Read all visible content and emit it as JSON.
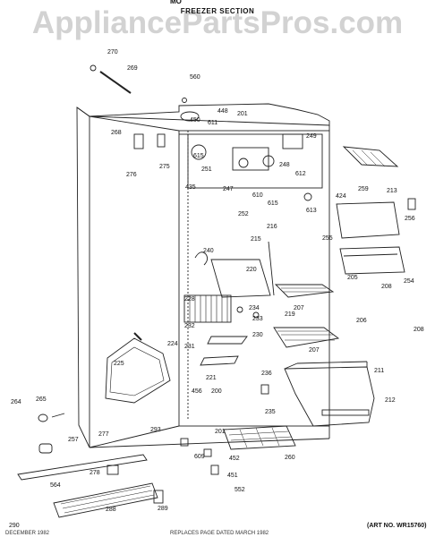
{
  "header": {
    "top_fragment": "MO",
    "watermark": "AppliancePartsPros.com",
    "section_title": "FREEZER SECTION"
  },
  "footer": {
    "art_no": "(ART NO. WR15760)",
    "left_fragment": "DECEMBER 1982",
    "center_fragment": "REPLACES PAGE DATED MARCH 1982"
  },
  "part_labels": [
    "270",
    "269",
    "560",
    "448",
    "450",
    "611",
    "201",
    "249",
    "268",
    "275",
    "276",
    "615",
    "251",
    "248",
    "612",
    "435",
    "247",
    "610",
    "615",
    "613",
    "424",
    "259",
    "213",
    "252",
    "256",
    "240",
    "216",
    "215",
    "255",
    "220",
    "228",
    "234",
    "205",
    "208",
    "254",
    "233",
    "219",
    "207",
    "232",
    "230",
    "206",
    "208",
    "224",
    "207",
    "225",
    "211",
    "221",
    "231",
    "236",
    "456",
    "200",
    "212",
    "264",
    "265",
    "235",
    "293",
    "201",
    "260",
    "257",
    "277",
    "609",
    "452",
    "278",
    "451",
    "552",
    "564",
    "289",
    "288",
    "290"
  ]
}
